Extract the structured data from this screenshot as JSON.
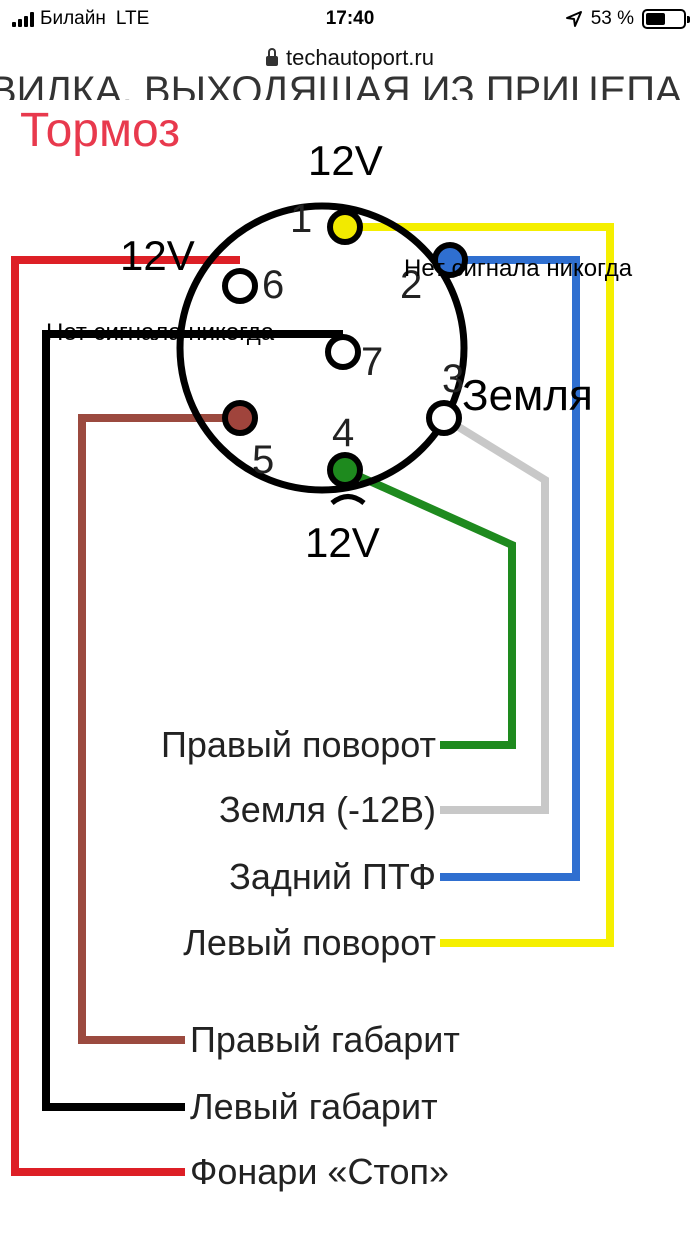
{
  "status_bar": {
    "carrier": "Билайн",
    "network": "LTE",
    "time": "17:40",
    "battery_percent": "53 %",
    "battery_level": 0.53
  },
  "browser": {
    "url": "techautoport.ru"
  },
  "page": {
    "cropped_header": "ВИЛКА, ВЫХОДЯЩАЯ ИЗ ПРИЦЕПА",
    "title": "Тормоз",
    "title_color": "#e8394d"
  },
  "connector": {
    "pins": [
      {
        "id": "1",
        "color": "#f2ea00"
      },
      {
        "id": "2",
        "color": "#2f6fd0"
      },
      {
        "id": "3",
        "color": "#ffffff"
      },
      {
        "id": "4",
        "color": "#1e8a1e"
      },
      {
        "id": "5",
        "color": "#a0443c"
      },
      {
        "id": "6",
        "color": "#ffffff"
      },
      {
        "id": "7",
        "color": "#ffffff"
      }
    ],
    "annotations": {
      "pin1": "12V",
      "pin6": "12V",
      "pin4": "12V",
      "pin2": "Нет сигнала никогда",
      "pin7": "Нет сигнала никогда",
      "pin3": "Земля"
    }
  },
  "legend": {
    "right_turn": "Правый поворот",
    "ground": "Земля (-12В)",
    "rear_fog": "Задний ПТФ",
    "left_turn": "Левый поворот",
    "right_marker": "Правый габарит",
    "left_marker": "Левый габарит",
    "stop_lights": "Фонари «Стоп»"
  },
  "wire_colors": {
    "yellow": "#f5ef00",
    "blue": "#2f6fd0",
    "gray": "#c8c8c8",
    "green": "#1e8a1e",
    "brown": "#9b4a3f",
    "black": "#000000",
    "red": "#dd1f26"
  }
}
